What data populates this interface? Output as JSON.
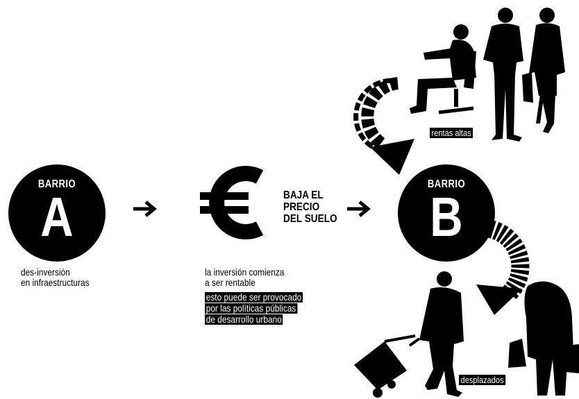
{
  "barrio_a": {
    "label": "BARRIO",
    "letter": "A"
  },
  "barrio_b": {
    "label": "BARRIO",
    "letter": "B"
  },
  "caption_a": [
    "des-inversión",
    "en infraestructuras"
  ],
  "caption_euro": [
    "la inversión comienza",
    "a ser rentable"
  ],
  "caption_euro_highlight": [
    "esto puede ser provocado",
    "por las políticas públicas",
    "de desarrollo urbano"
  ],
  "price_drop": [
    "BAJA EL",
    "PRECIO",
    "DEL SUELO"
  ],
  "tag_high_income": "rentas altas",
  "tag_displaced": "desplazados",
  "colors": {
    "ink": "#000000",
    "background": "#ffffff"
  },
  "icons": [
    "euro-icon",
    "right-arrow-icon",
    "curved-arrow-icon",
    "person-silhouette-icon"
  ]
}
